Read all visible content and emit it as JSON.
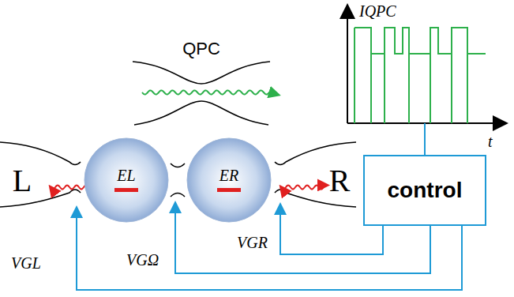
{
  "diagram": {
    "nodes": [
      {
        "text": [
          "EL"
        ]
      },
      {
        "text": [
          "ER"
        ]
      },
      {
        "text": [
          "control"
        ]
      }
    ],
    "labels": [
      "L",
      "R",
      "QPC",
      "IQPC",
      "t",
      "VGL",
      "VGΩ",
      "VGR"
    ]
  }
}
